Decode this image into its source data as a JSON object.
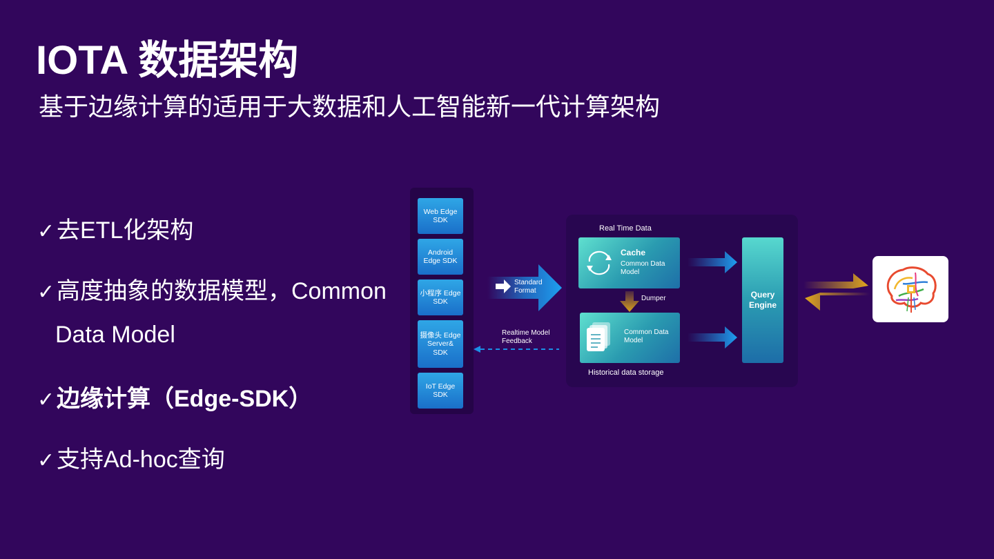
{
  "title": "IOTA 数据架构",
  "subtitle": "基于边缘计算的适用于大数据和人工智能新一代计算架构",
  "bullets": [
    {
      "check": "✓",
      "text": "去ETL化架构"
    },
    {
      "check": "✓",
      "text": "高度抽象的数据模型，Common",
      "continuation": "Data Model"
    },
    {
      "check": "✓",
      "text": "边缘计算（Edge-SDK）"
    },
    {
      "check": "✓",
      "text": "支持Ad-hoc查询"
    }
  ],
  "diagram": {
    "sdk_boxes": [
      "Web Edge SDK",
      "Android Edge SDK",
      "小程序 Edge SDK",
      "摄像头 Edge Server& SDK",
      "IoT Edge SDK"
    ],
    "standard_format": "Standard Format",
    "feedback": "Realtime Model Feedback",
    "real_time_data": "Real Time Data",
    "cache_title": "Cache",
    "cache_subtitle": "Common Data Model",
    "dumper": "Dumper",
    "storage_box": "Common Data Model",
    "historical": "Historical data storage",
    "query_engine": "Query Engine"
  },
  "colors": {
    "background": "#32065c",
    "sdk_blue": "#1f86d6",
    "teal": "#3cc6c2",
    "arrow_blue": "#1a8fe6",
    "arrow_gold": "#d7a21e"
  }
}
